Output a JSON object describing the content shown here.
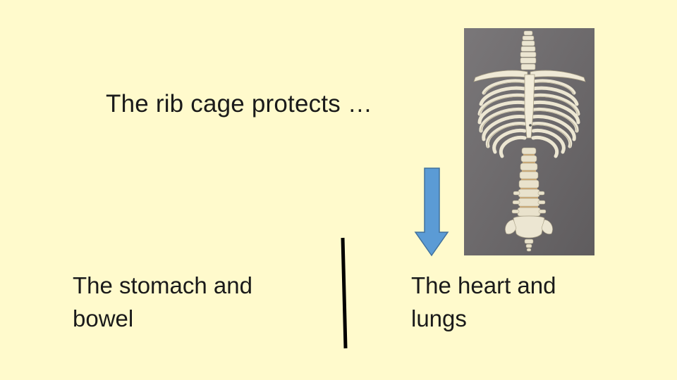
{
  "slide": {
    "background": "#FFFACC",
    "question": "The rib cage protects …",
    "answers": {
      "left": {
        "line1": "The stomach and",
        "line2": "bowel"
      },
      "right": {
        "line1": "The heart and",
        "line2": "lungs"
      }
    },
    "arrow": {
      "direction": "down",
      "color": "#5B9BD5",
      "points_to": "right-answer"
    },
    "photo": {
      "subject": "skeleton-ribcage-spine",
      "background": "#6E6B6D"
    }
  }
}
